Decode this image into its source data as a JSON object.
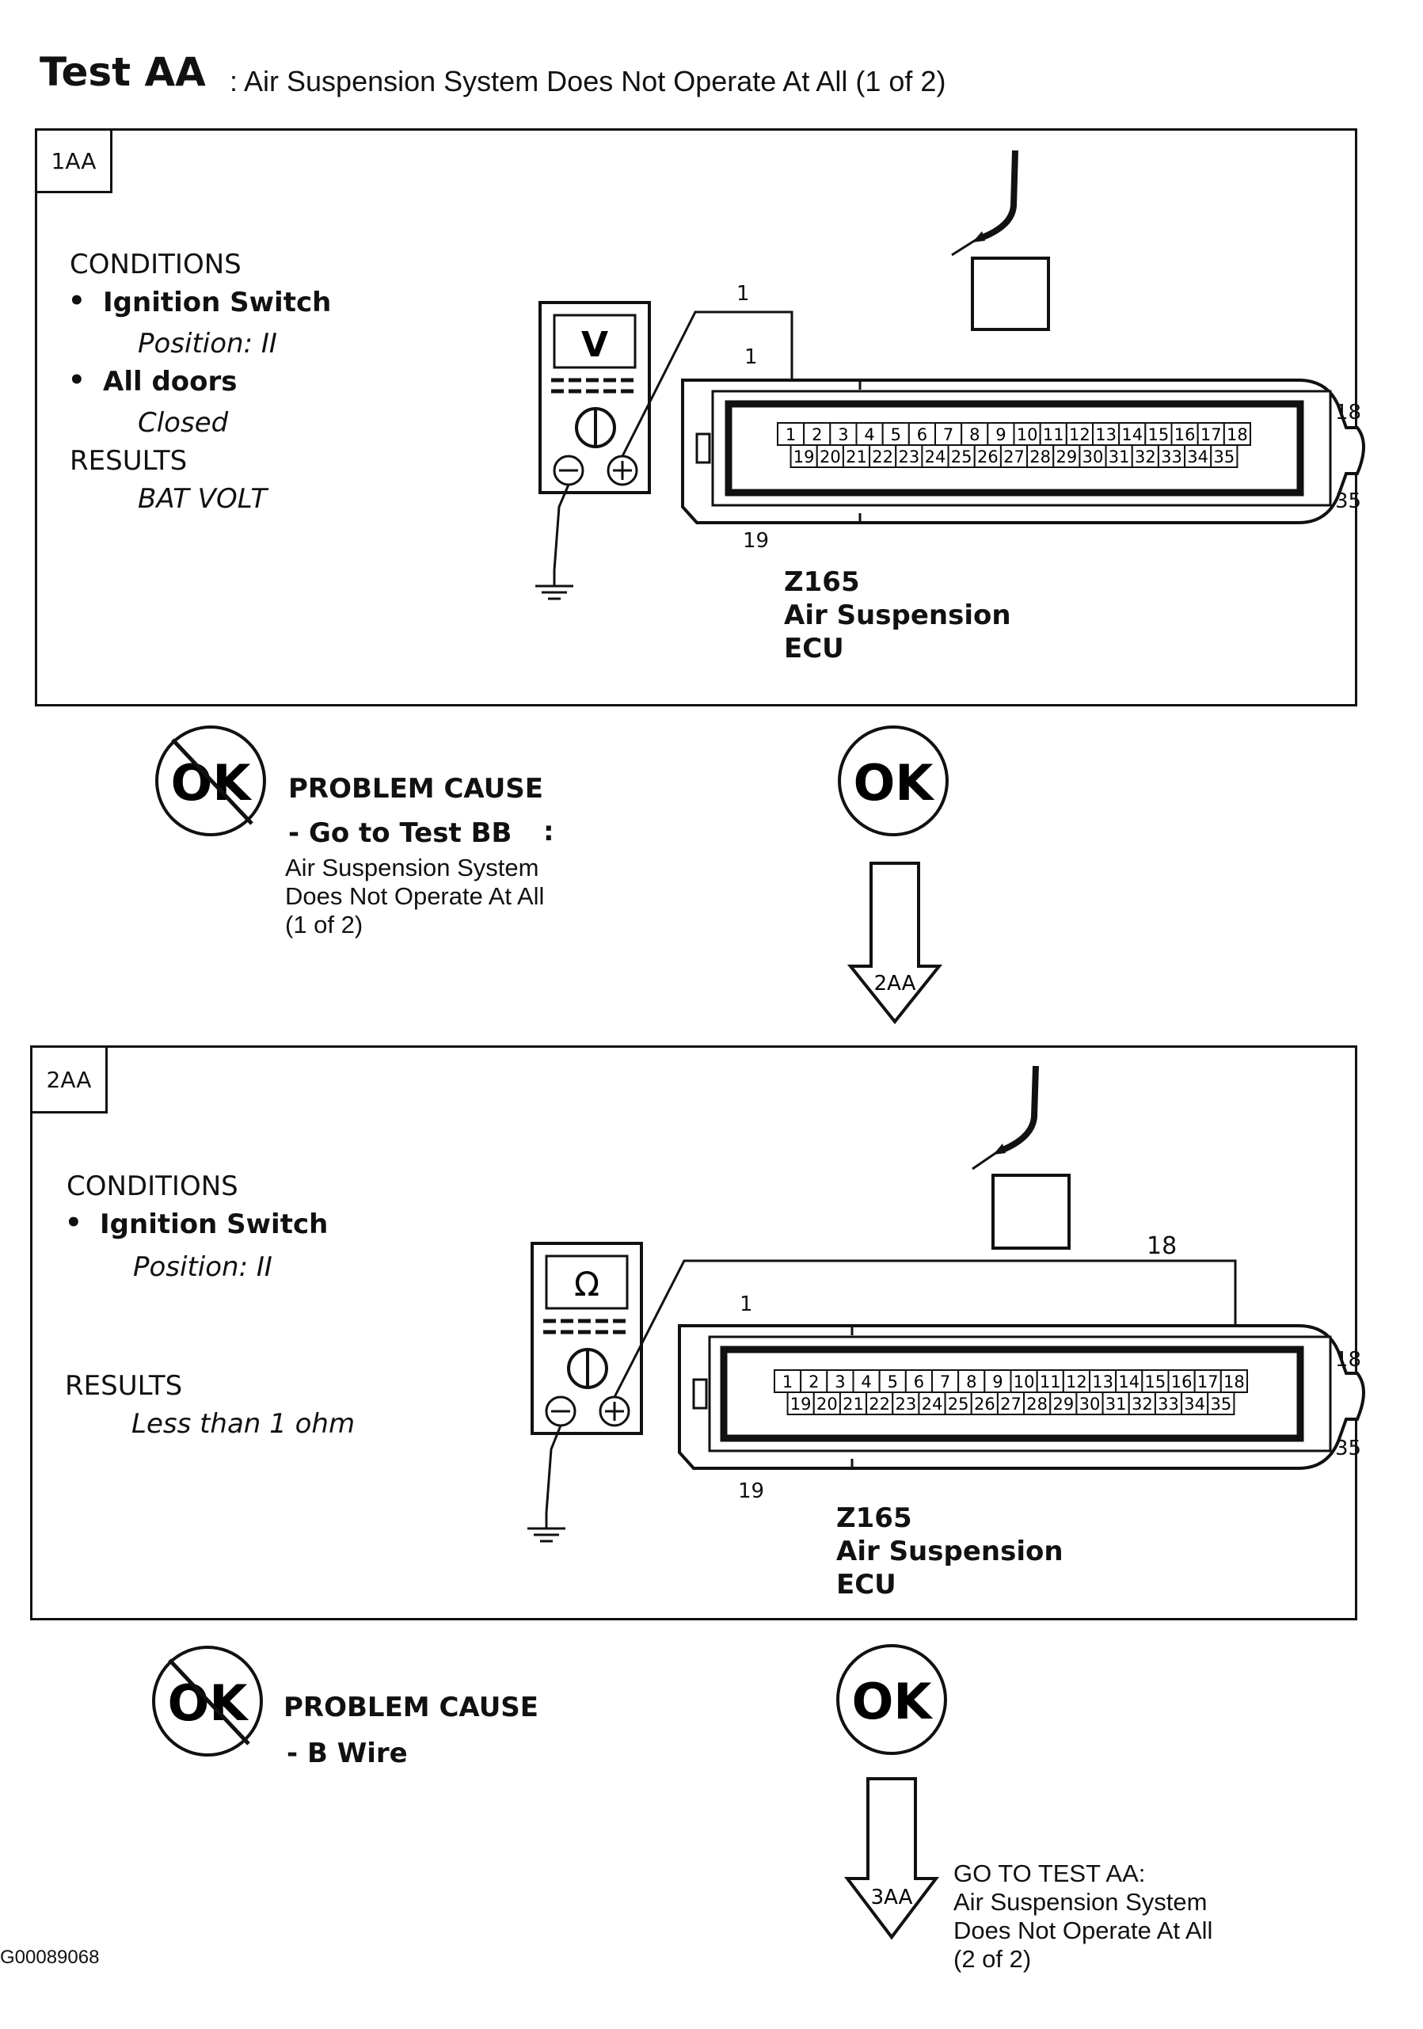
{
  "title": {
    "test_label": "Test AA",
    "description": ": Air Suspension System Does Not Operate At All (1 of 2)"
  },
  "steps": [
    {
      "id": "1AA",
      "conditions_header": "CONDITIONS",
      "condition_items": [
        {
          "bullet": "•",
          "label": "Ignition Switch",
          "value": "Position: II"
        },
        {
          "bullet": "•",
          "label": "All doors",
          "value": "Closed"
        }
      ],
      "results_header": "RESULTS",
      "results_value": "BAT VOLT",
      "meter_symbol": "V",
      "probe_pin_label": "1",
      "connector_pin_labels": {
        "top_left": "1",
        "top_right": "18",
        "bottom_left": "19",
        "bottom_right": "35"
      },
      "component_id": "Z165",
      "component_name_line1": "Air Suspension",
      "component_name_line2": "ECU",
      "not_ok_label": "OK",
      "not_ok_cause_header": "PROBLEM CAUSE",
      "not_ok_cause_action": "- Go to Test BB",
      "not_ok_cause_colon": ":",
      "not_ok_cause_lines": [
        "Air Suspension System",
        "Does Not Operate At All",
        "(1 of 2)"
      ],
      "ok_label": "OK",
      "next_step": "2AA"
    },
    {
      "id": "2AA",
      "conditions_header": "CONDITIONS",
      "condition_items": [
        {
          "bullet": "•",
          "label": "Ignition Switch",
          "value": "Position: II"
        }
      ],
      "results_header": "RESULTS",
      "results_value": "Less than 1 ohm",
      "meter_symbol": "Ω",
      "probe_pin_label": "18",
      "connector_pin_labels": {
        "top_left": "1",
        "top_right": "18",
        "bottom_left": "19",
        "bottom_right": "35"
      },
      "component_id": "Z165",
      "component_name_line1": "Air Suspension",
      "component_name_line2": "ECU",
      "not_ok_label": "OK",
      "not_ok_cause_header": "PROBLEM CAUSE",
      "not_ok_cause_action": "- B Wire",
      "ok_label": "OK",
      "next_step": "3AA",
      "next_text_lines": [
        "GO TO TEST AA:",
        "Air Suspension System",
        "Does Not Operate At All",
        "(2 of 2)"
      ]
    }
  ],
  "connector_pins": {
    "top_row": [
      "1",
      "2",
      "3",
      "4",
      "5",
      "6",
      "7",
      "8",
      "9",
      "10",
      "11",
      "12",
      "13",
      "14",
      "15",
      "16",
      "17",
      "18"
    ],
    "bottom_row": [
      "19",
      "20",
      "21",
      "22",
      "23",
      "24",
      "25",
      "26",
      "27",
      "28",
      "29",
      "30",
      "31",
      "32",
      "33",
      "34",
      "35"
    ]
  },
  "figure_id": "G00089068"
}
